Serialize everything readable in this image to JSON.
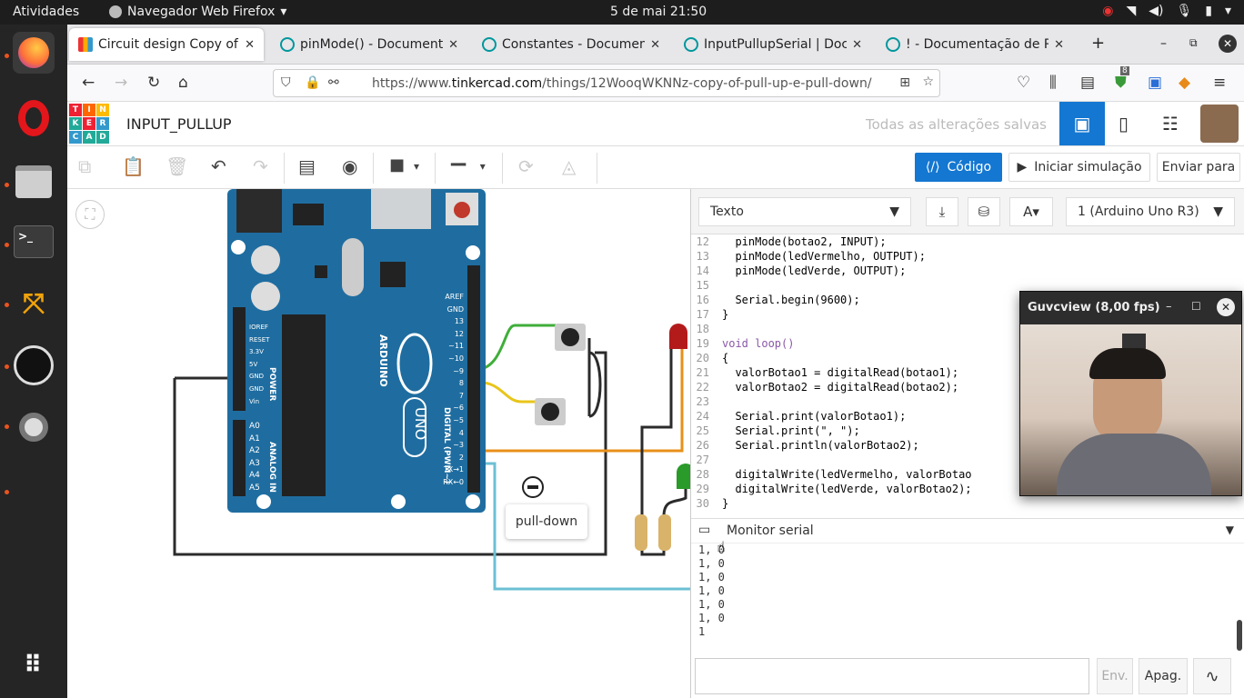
{
  "system": {
    "activities": "Atividades",
    "app_name": "Navegador Web Firefox",
    "clock": "5 de mai  21:50"
  },
  "browser": {
    "tabs": [
      {
        "label": "Circuit design Copy of pu",
        "active": true
      },
      {
        "label": "pinMode() - Documentaç",
        "active": false
      },
      {
        "label": "Constantes - Documenta",
        "active": false
      },
      {
        "label": "InputPullupSerial | Docu",
        "active": false
      },
      {
        "label": "! - Documentação de Refe",
        "active": false
      }
    ],
    "new_tab": "+",
    "url_prefix": "https://www.",
    "url_host": "tinkercad.com",
    "url_path": "/things/12WooqWKNNz-copy-of-pull-up-e-pull-down/",
    "extension_badge": "8"
  },
  "tinkercad": {
    "logo_letters": [
      "T",
      "I",
      "N",
      "K",
      "E",
      "R",
      "C",
      "A",
      "D"
    ],
    "project_name": "INPUT_PULLUP",
    "save_status": "Todas as alterações salvas",
    "code_button": "Código",
    "simulate_button": "Iniciar simulação",
    "send_button": "Enviar para"
  },
  "canvas": {
    "annotation_label": "pull-down",
    "board_brand": "ARDUINO",
    "board_model": "UNO",
    "digital_label": "DIGITAL (PWM~)",
    "power_label": "POWER",
    "analog_label": "ANALOG IN",
    "pin_labels_right": [
      "AREF",
      "GND",
      "13",
      "12",
      "~11",
      "~10",
      "~9",
      "8",
      "7",
      "~6",
      "~5",
      "4",
      "~3",
      "2",
      "TX→1",
      "RX←0"
    ],
    "pin_labels_left": [
      "IOREF",
      "RESET",
      "3.3V",
      "5V",
      "GND",
      "GND",
      "Vin"
    ],
    "analog_pins": [
      "A0",
      "A1",
      "A2",
      "A3",
      "A4",
      "A5"
    ]
  },
  "code_editor": {
    "mode": "Texto",
    "device": "1 (Arduino Uno R3)",
    "lines": [
      {
        "n": "12",
        "text": "  pinMode(botao2, INPUT);"
      },
      {
        "n": "13",
        "text": "  pinMode(ledVermelho, OUTPUT);"
      },
      {
        "n": "14",
        "text": "  pinMode(ledVerde, OUTPUT);"
      },
      {
        "n": "15",
        "text": ""
      },
      {
        "n": "16",
        "text": "  Serial.begin(9600);"
      },
      {
        "n": "17",
        "text": "}"
      },
      {
        "n": "18",
        "text": ""
      },
      {
        "n": "19",
        "text": "void loop()"
      },
      {
        "n": "20",
        "text": "{"
      },
      {
        "n": "21",
        "text": "  valorBotao1 = digitalRead(botao1);"
      },
      {
        "n": "22",
        "text": "  valorBotao2 = digitalRead(botao2);"
      },
      {
        "n": "23",
        "text": ""
      },
      {
        "n": "24",
        "text": "  Serial.print(valorBotao1);"
      },
      {
        "n": "25",
        "text": "  Serial.print(\", \");"
      },
      {
        "n": "26",
        "text": "  Serial.println(valorBotao2);"
      },
      {
        "n": "27",
        "text": ""
      },
      {
        "n": "28",
        "text": "  digitalWrite(ledVermelho, valorBotao"
      },
      {
        "n": "29",
        "text": "  digitalWrite(ledVerde, valorBotao2);"
      },
      {
        "n": "30",
        "text": "}"
      }
    ]
  },
  "serial_monitor": {
    "title": "Monitor serial",
    "output": [
      "1, 0",
      "1, 0",
      "1, 0",
      "1, 0",
      "1, 0",
      "1, 0",
      "1"
    ],
    "send_button": "Env.",
    "clear_button": "Apag."
  },
  "guvcview": {
    "title": "Guvcview  (8,00 fps)"
  },
  "colors": {
    "accent": "#1477d1",
    "board": "#1f6da0",
    "wire_green": "#3fae3a",
    "wire_yellow": "#e8c51a",
    "wire_orange": "#e8901a",
    "wire_cyan": "#6cc0d4",
    "wire_black": "#2b2b2b"
  }
}
